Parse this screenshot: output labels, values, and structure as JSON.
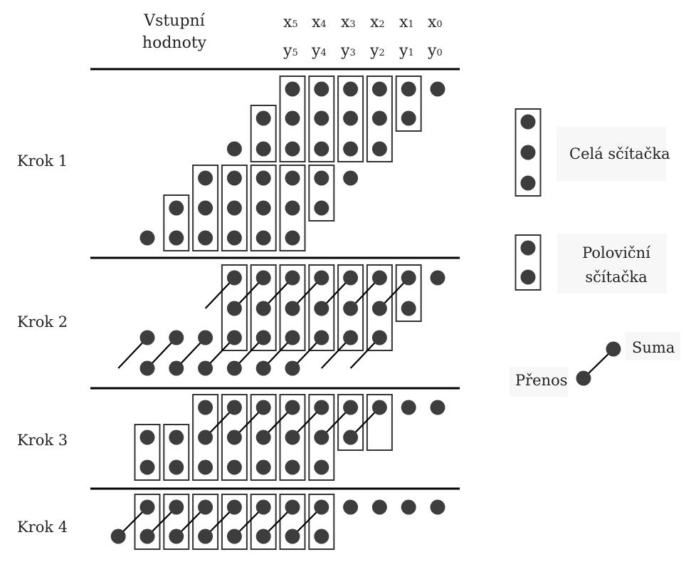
{
  "header": {
    "input_label_line1": "Vstupní",
    "input_label_line2": "hodnoty",
    "x_columns": [
      {
        "base": "x",
        "index": "5"
      },
      {
        "base": "x",
        "index": "4"
      },
      {
        "base": "x",
        "index": "3"
      },
      {
        "base": "x",
        "index": "2"
      },
      {
        "base": "x",
        "index": "1"
      },
      {
        "base": "x",
        "index": "0"
      }
    ],
    "y_columns": [
      {
        "base": "y",
        "index": "5"
      },
      {
        "base": "y",
        "index": "4"
      },
      {
        "base": "y",
        "index": "3"
      },
      {
        "base": "y",
        "index": "2"
      },
      {
        "base": "y",
        "index": "1"
      },
      {
        "base": "y",
        "index": "0"
      }
    ]
  },
  "steps": [
    {
      "label": "Krok 1"
    },
    {
      "label": "Krok 2"
    },
    {
      "label": "Krok 3"
    },
    {
      "label": "Krok 4"
    }
  ],
  "legend": {
    "full_adder": "Celá sčítačka",
    "half_adder_line1": "Poloviční",
    "half_adder_line2": "sčítačka",
    "sum": "Suma",
    "carry": "Přenos"
  },
  "colors": {
    "dot": "#3d3d3d",
    "line": "#000000",
    "legend_bg": "#f7f7f7"
  }
}
